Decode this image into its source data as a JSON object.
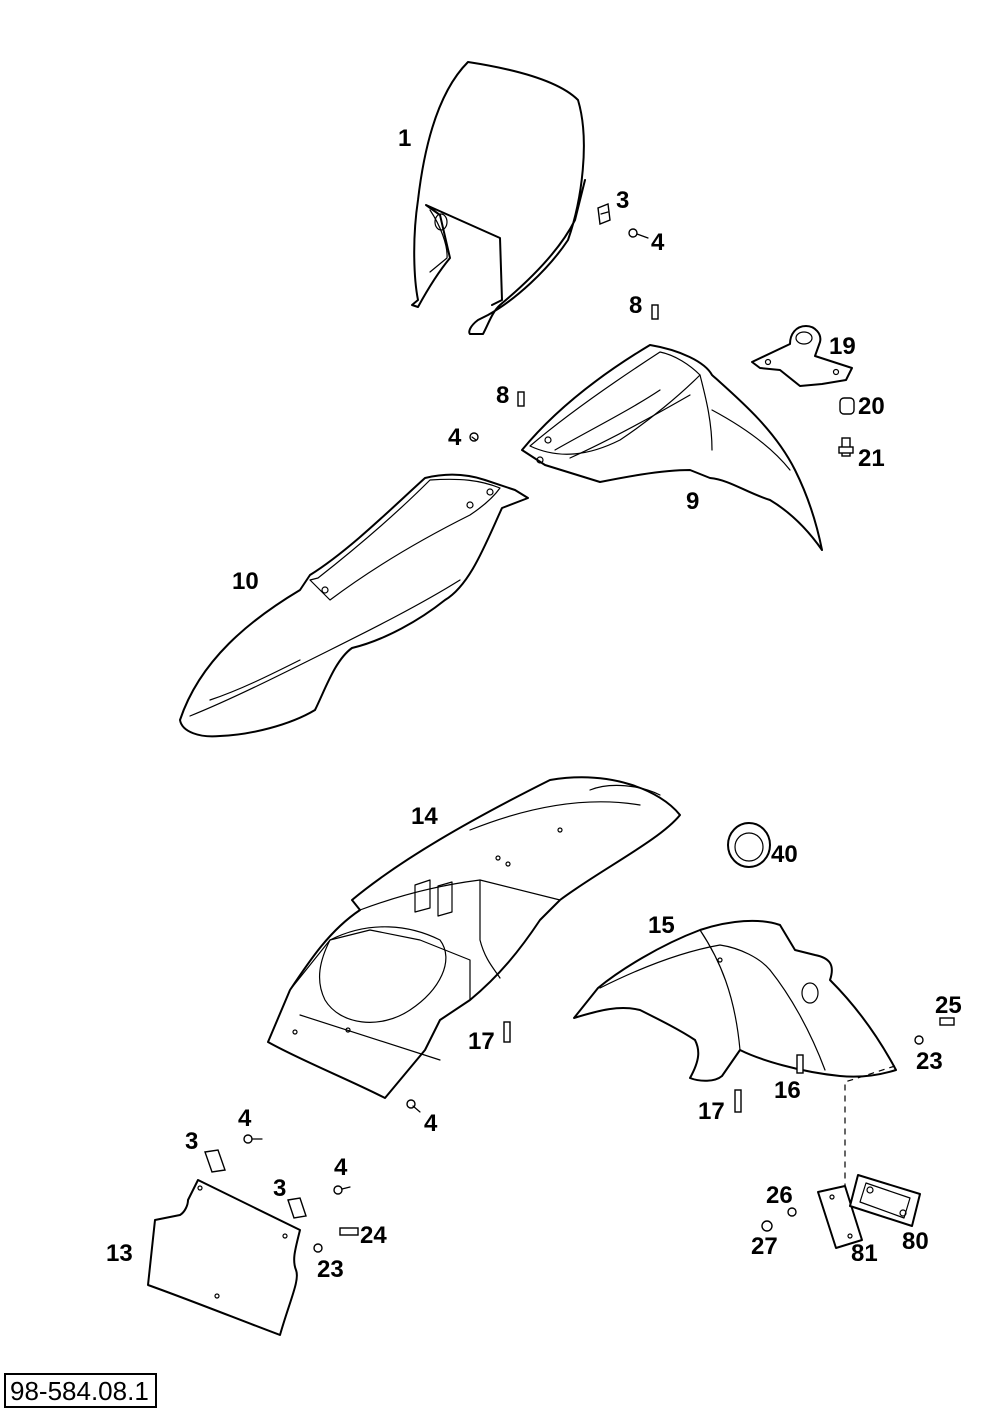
{
  "drawing_number": "98-584.08.1",
  "callouts": {
    "c1": "1",
    "c3a": "3",
    "c4a": "4",
    "c8a": "8",
    "c19": "19",
    "c8b": "8",
    "c20": "20",
    "c4b": "4",
    "c21": "21",
    "c9": "9",
    "c10": "10",
    "c14": "14",
    "c40": "40",
    "c15": "15",
    "c25": "25",
    "c17a": "17",
    "c23a": "23",
    "c16": "16",
    "c4c": "4",
    "c17b": "17",
    "c4d": "4",
    "c3b": "3",
    "c4e": "4",
    "c3c": "3",
    "c24": "24",
    "c26": "26",
    "c13": "13",
    "c23b": "23",
    "c27": "27",
    "c81": "81",
    "c80": "80"
  }
}
